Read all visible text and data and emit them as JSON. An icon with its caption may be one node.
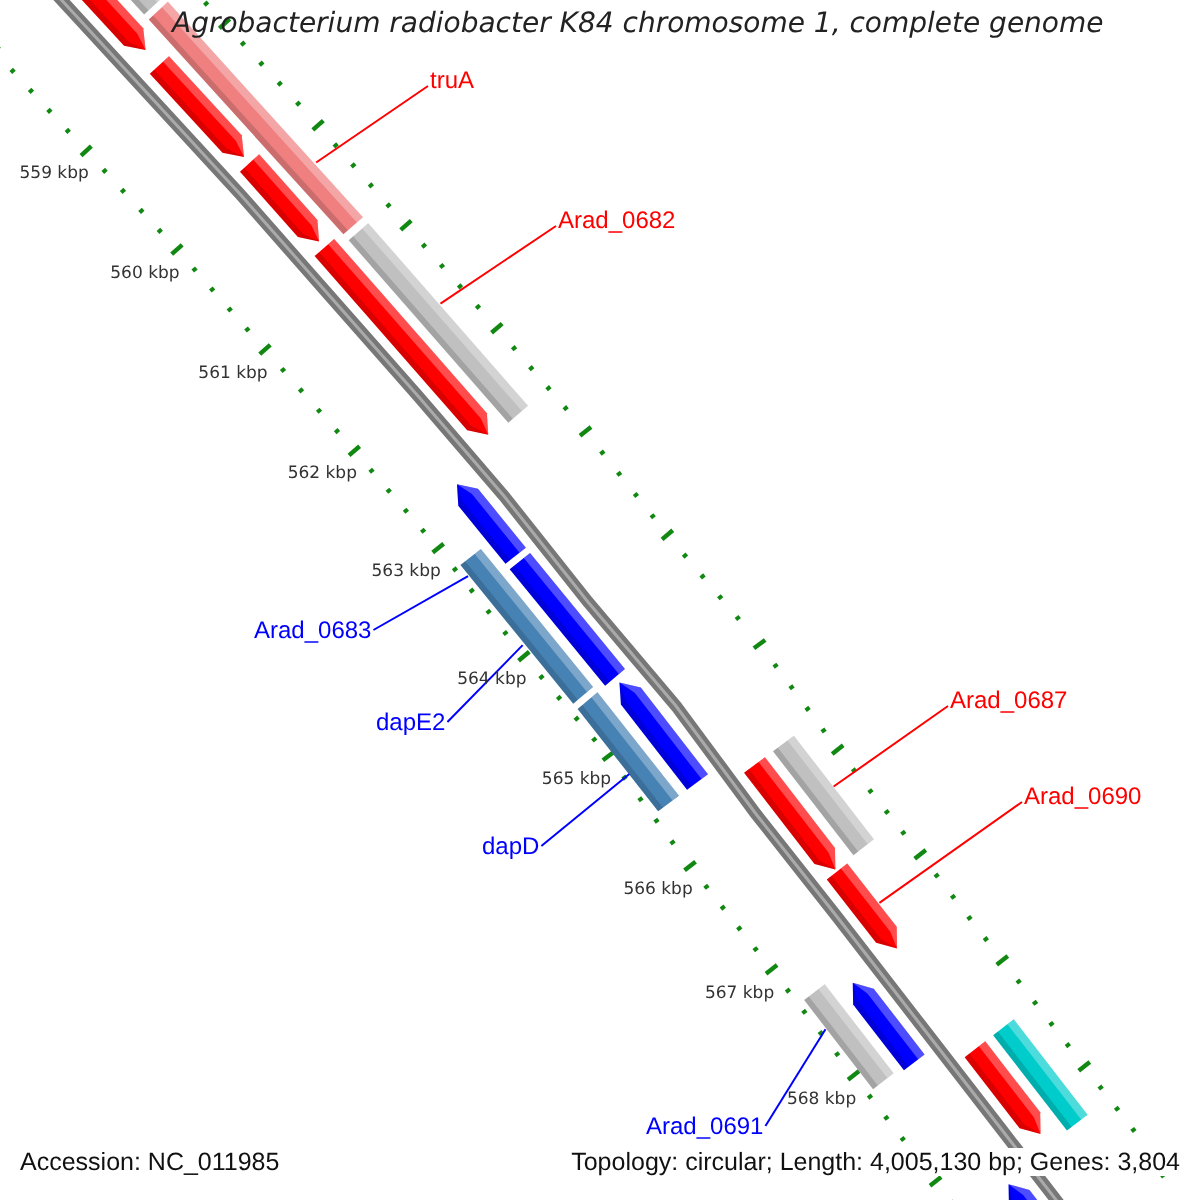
{
  "diagram": {
    "title": "Agrobacterium radiobacter K84 chromosome 1, complete genome",
    "nodes": [
      {
        "text": [
          "truA"
        ]
      },
      {
        "text": [
          "Arad_0682"
        ]
      },
      {
        "text": [
          "Arad_0683"
        ]
      },
      {
        "text": [
          "Arad_0687"
        ]
      },
      {
        "text": [
          "dapE2"
        ]
      },
      {
        "text": [
          "Arad_0690"
        ]
      },
      {
        "text": [
          "dapD"
        ]
      },
      {
        "text": [
          "Arad_0691"
        ]
      },
      {
        "text": [],
        "shape": "arrow"
      },
      {
        "text": [],
        "shape": "bar"
      },
      {
        "text": [],
        "shape": "bar"
      },
      {
        "text": [],
        "shape": "arrow"
      },
      {
        "text": [],
        "shape": "arrow"
      },
      {
        "text": [],
        "shape": "arrow"
      },
      {
        "text": [],
        "shape": "bar"
      },
      {
        "text": [],
        "shape": "arrow"
      },
      {
        "text": [],
        "shape": "bar"
      },
      {
        "text": [],
        "shape": "bar"
      },
      {
        "text": [],
        "shape": "arrow"
      },
      {
        "text": [],
        "shape": "bar"
      },
      {
        "text": [],
        "shape": "arrow"
      },
      {
        "text": [],
        "shape": "bar"
      },
      {
        "text": [],
        "shape": "arrow"
      },
      {
        "text": [],
        "shape": "bar"
      },
      {
        "text": [],
        "shape": "arrow"
      },
      {
        "text": [],
        "shape": "arrow"
      },
      {
        "text": [],
        "shape": "bar"
      },
      {
        "text": [],
        "shape": "arrow"
      }
    ],
    "edges": [
      {
        "from": 0,
        "to": 10,
        "arrow": "none",
        "color": "#ff0000"
      },
      {
        "from": 1,
        "to": 14,
        "arrow": "none",
        "color": "#ff0000"
      },
      {
        "from": 2,
        "to": 16,
        "arrow": "none",
        "color": "#0000ff"
      },
      {
        "from": 3,
        "to": 21,
        "arrow": "none",
        "color": "#ff0000"
      },
      {
        "from": 4,
        "to": 16,
        "arrow": "none",
        "color": "#0000ff"
      },
      {
        "from": 5,
        "to": 22,
        "arrow": "none",
        "color": "#ff0000"
      },
      {
        "from": 6,
        "to": 19,
        "arrow": "none",
        "color": "#0000ff"
      },
      {
        "from": 7,
        "to": 23,
        "arrow": "none",
        "color": "#0000ff"
      }
    ],
    "labels": [
      "559 kbp",
      "560 kbp",
      "561 kbp",
      "562 kbp",
      "563 kbp",
      "564 kbp",
      "565 kbp",
      "566 kbp",
      "567 kbp",
      "568 kbp",
      "Accession: NC_011985",
      "Topology: circular; Length: 4,005,130 bp; Genes: 3,804"
    ]
  }
}
